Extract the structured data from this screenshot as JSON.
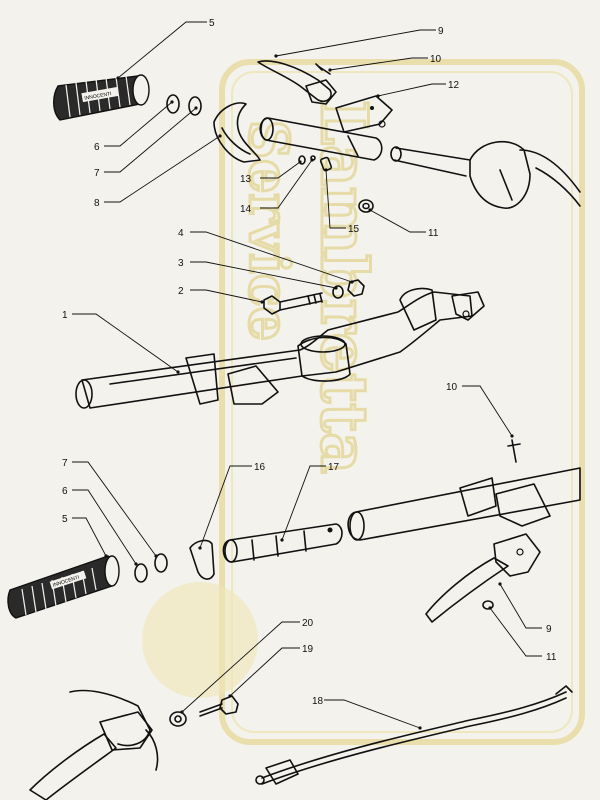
{
  "diagram": {
    "callouts": [
      {
        "id": "c5a",
        "label": "5"
      },
      {
        "id": "c6a",
        "label": "6"
      },
      {
        "id": "c7a",
        "label": "7"
      },
      {
        "id": "c8",
        "label": "8"
      },
      {
        "id": "c9a",
        "label": "9"
      },
      {
        "id": "c10a",
        "label": "10"
      },
      {
        "id": "c12",
        "label": "12"
      },
      {
        "id": "c13",
        "label": "13"
      },
      {
        "id": "c14",
        "label": "14"
      },
      {
        "id": "c15",
        "label": "15"
      },
      {
        "id": "c11a",
        "label": "11"
      },
      {
        "id": "c4",
        "label": "4"
      },
      {
        "id": "c3",
        "label": "3"
      },
      {
        "id": "c2",
        "label": "2"
      },
      {
        "id": "c1",
        "label": "1"
      },
      {
        "id": "c10b",
        "label": "10"
      },
      {
        "id": "c7b",
        "label": "7"
      },
      {
        "id": "c16",
        "label": "16"
      },
      {
        "id": "c17",
        "label": "17"
      },
      {
        "id": "c6b",
        "label": "6"
      },
      {
        "id": "c5b",
        "label": "5"
      },
      {
        "id": "c9b",
        "label": "9"
      },
      {
        "id": "c11b",
        "label": "11"
      },
      {
        "id": "c20",
        "label": "20"
      },
      {
        "id": "c19",
        "label": "19"
      },
      {
        "id": "c18",
        "label": "18"
      }
    ],
    "grip_text": "INNOCENTI",
    "watermark": {
      "line1": "Lambretta",
      "line2": "Service",
      "color": "#e5d9a0"
    }
  }
}
